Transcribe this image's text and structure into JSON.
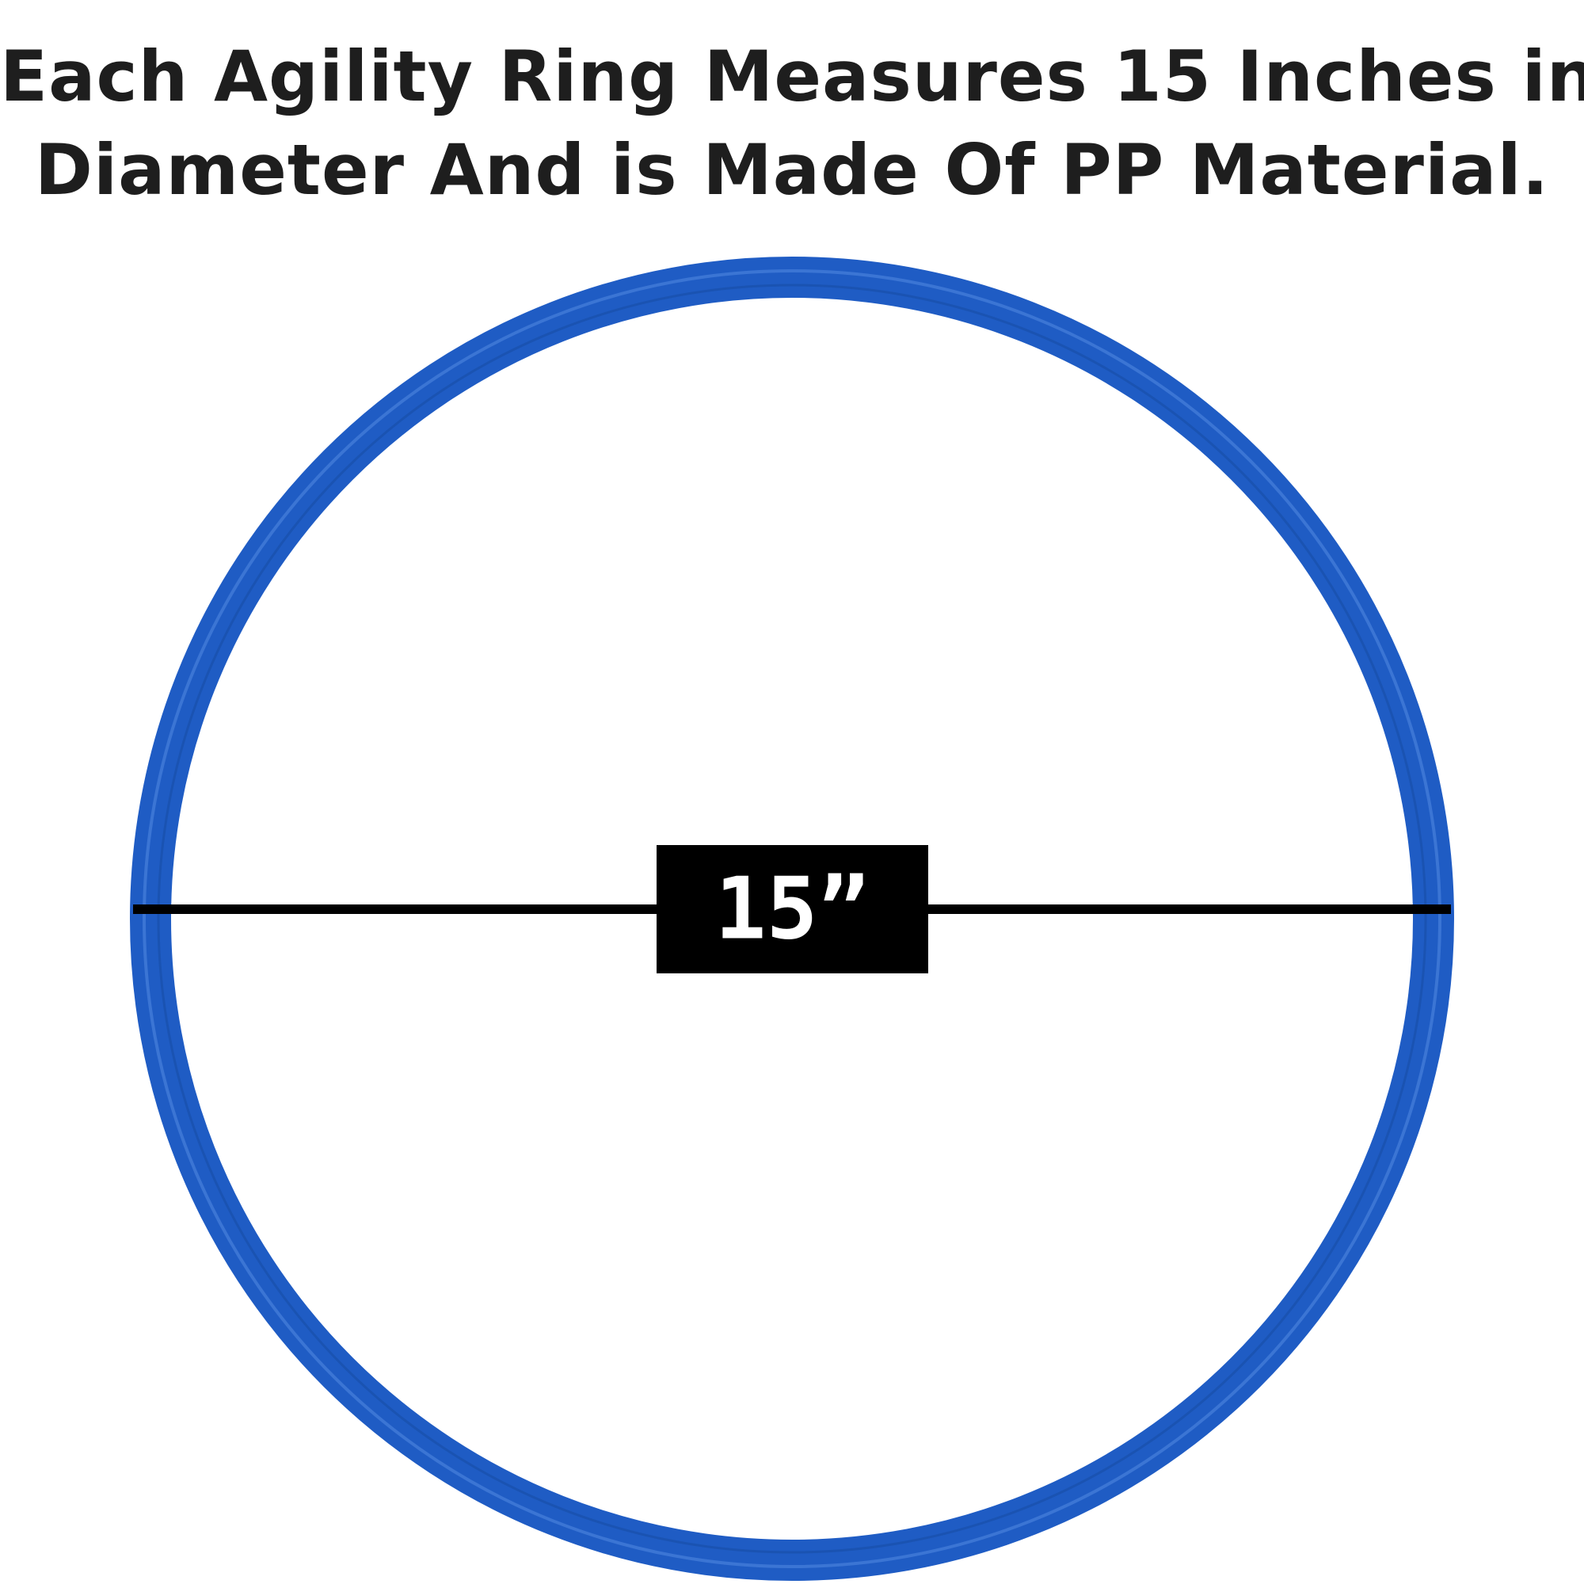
{
  "heading": {
    "line1": "Each Agility Ring Measures 15 Inches in",
    "line2": "Diameter And is Made Of PP Material."
  },
  "ring": {
    "color": "#1f5cc4",
    "highlight_color": "#4f86e0",
    "diameter_label": "15”"
  },
  "measure_line": {
    "color": "#000000",
    "label_box_color": "#000000",
    "label_text_color": "#ffffff"
  }
}
